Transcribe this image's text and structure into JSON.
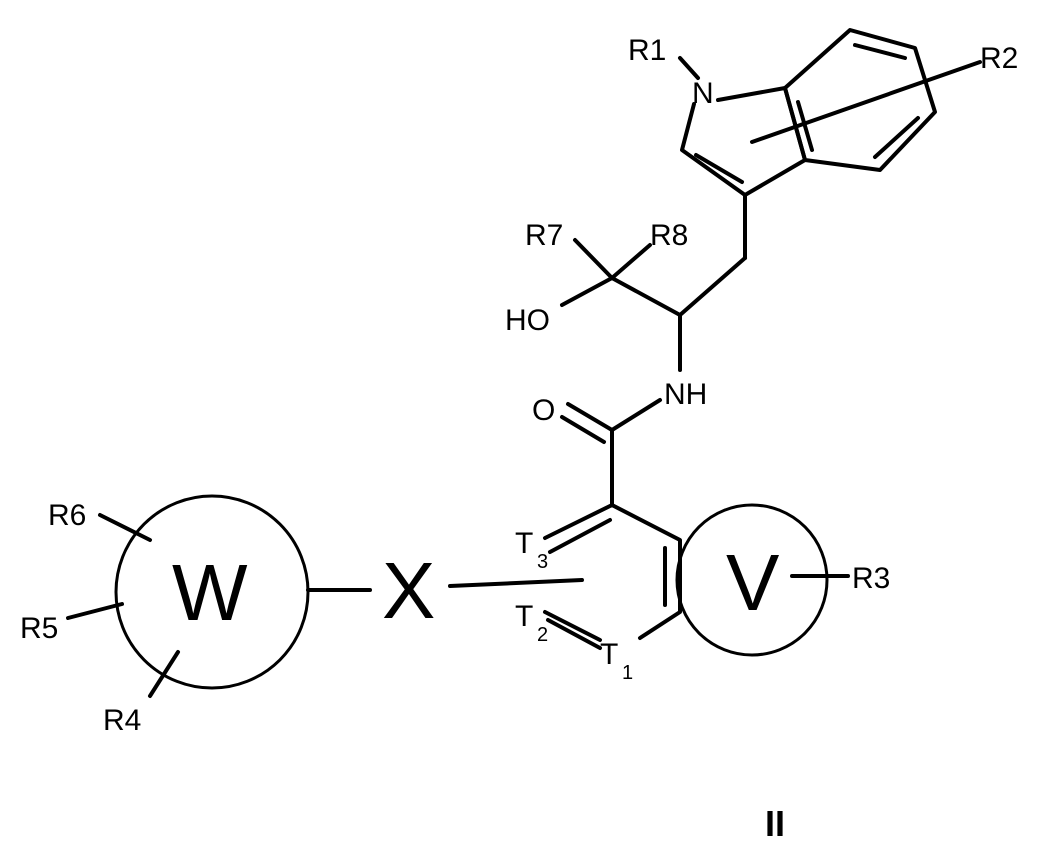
{
  "structure": {
    "labels": {
      "r1": "R1",
      "r2": "R2",
      "r3": "R3",
      "r4": "R4",
      "r5": "R5",
      "r6": "R6",
      "r7": "R7",
      "r8": "R8",
      "n": "N",
      "ho": "HO",
      "nh": "NH",
      "o": "O",
      "w": "W",
      "x": "X",
      "v": "V",
      "t1": "T",
      "t1_sub": "1",
      "t2": "T",
      "t2_sub": "2",
      "t3": "T",
      "t3_sub": "3"
    },
    "compound_number": "II"
  }
}
